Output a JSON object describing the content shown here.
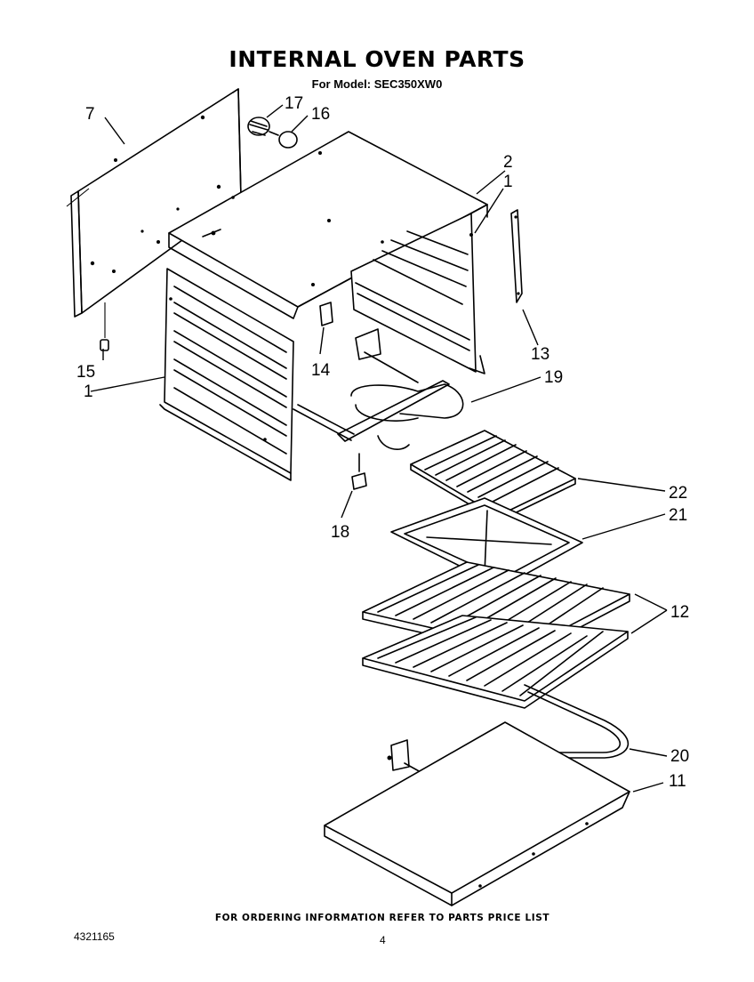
{
  "header": {
    "title": "INTERNAL OVEN PARTS",
    "subtitle": "For Model: SEC350XW0"
  },
  "callouts": [
    "7",
    "17",
    "16",
    "2",
    "1",
    "1",
    "13",
    "15",
    "14",
    "19",
    "22",
    "21",
    "18",
    "12",
    "20",
    "11"
  ],
  "footer": {
    "note": "FOR ORDERING INFORMATION REFER TO PARTS PRICE LIST",
    "doc_number": "4321165",
    "page_number": "4"
  }
}
